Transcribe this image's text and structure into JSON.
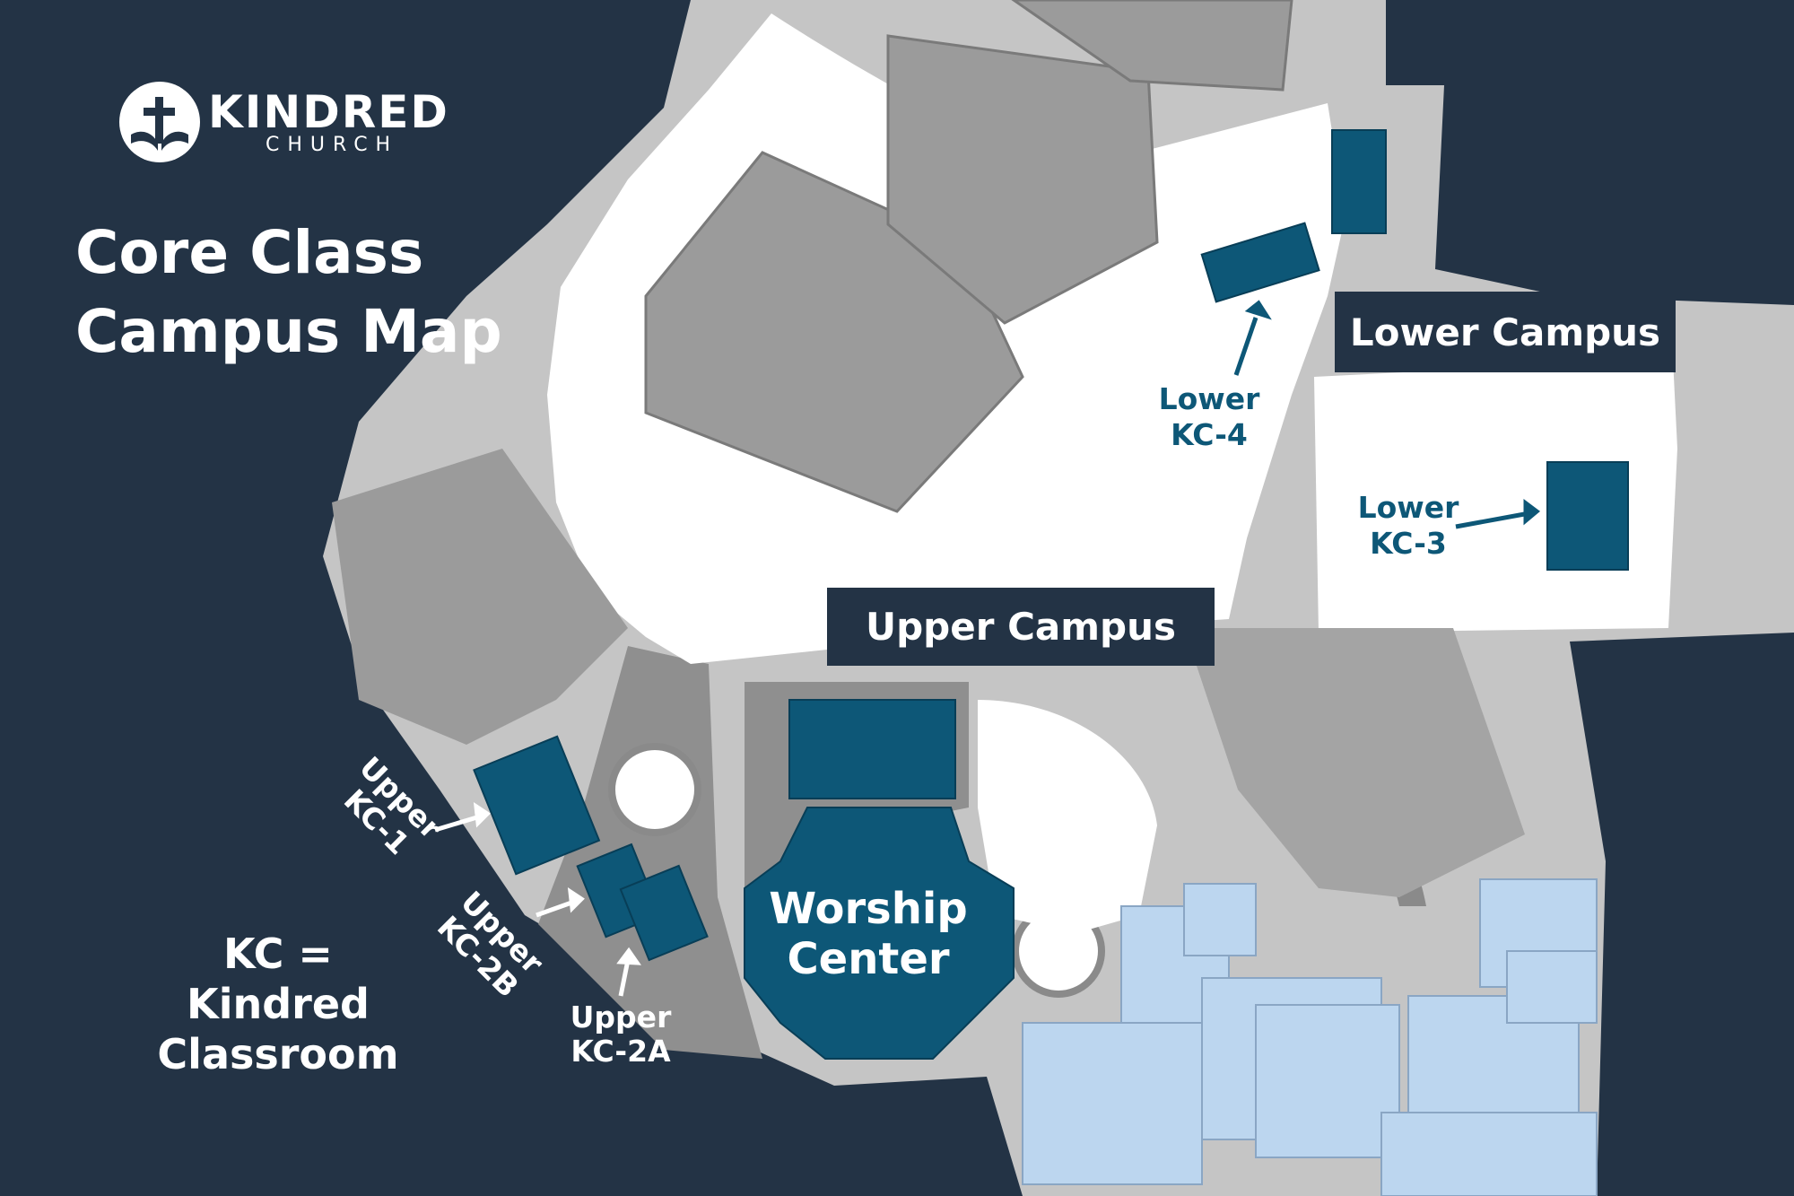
{
  "brand": {
    "name": "KINDRED",
    "sub": "CHURCH",
    "logo_icon": "cross-bible-icon"
  },
  "title": {
    "line1": "Core Class",
    "line2": "Campus Map"
  },
  "campus_labels": {
    "upper": "Upper Campus",
    "lower": "Lower Campus"
  },
  "rooms": {
    "lower_kc4": {
      "line1": "Lower",
      "line2": "KC-4"
    },
    "lower_kc3": {
      "line1": "Lower",
      "line2": "KC-3"
    },
    "upper_kc1": {
      "line1": "Upper",
      "line2": "KC-1"
    },
    "upper_kc2b": {
      "line1": "Upper",
      "line2": "KC-2B"
    },
    "upper_kc2a": {
      "line1": "Upper",
      "line2": "KC-2A"
    }
  },
  "worship_center": {
    "line1": "Worship",
    "line2": "Center"
  },
  "legend": {
    "line1": "KC = Kindred",
    "line2": "Classroom"
  },
  "colors": {
    "background": "#233345",
    "ground": "#c4c4c4",
    "open_area": "#ffffff",
    "building_highlight": "#0d5777",
    "building_other": "#bcd6ef",
    "label_box": "#233345"
  }
}
